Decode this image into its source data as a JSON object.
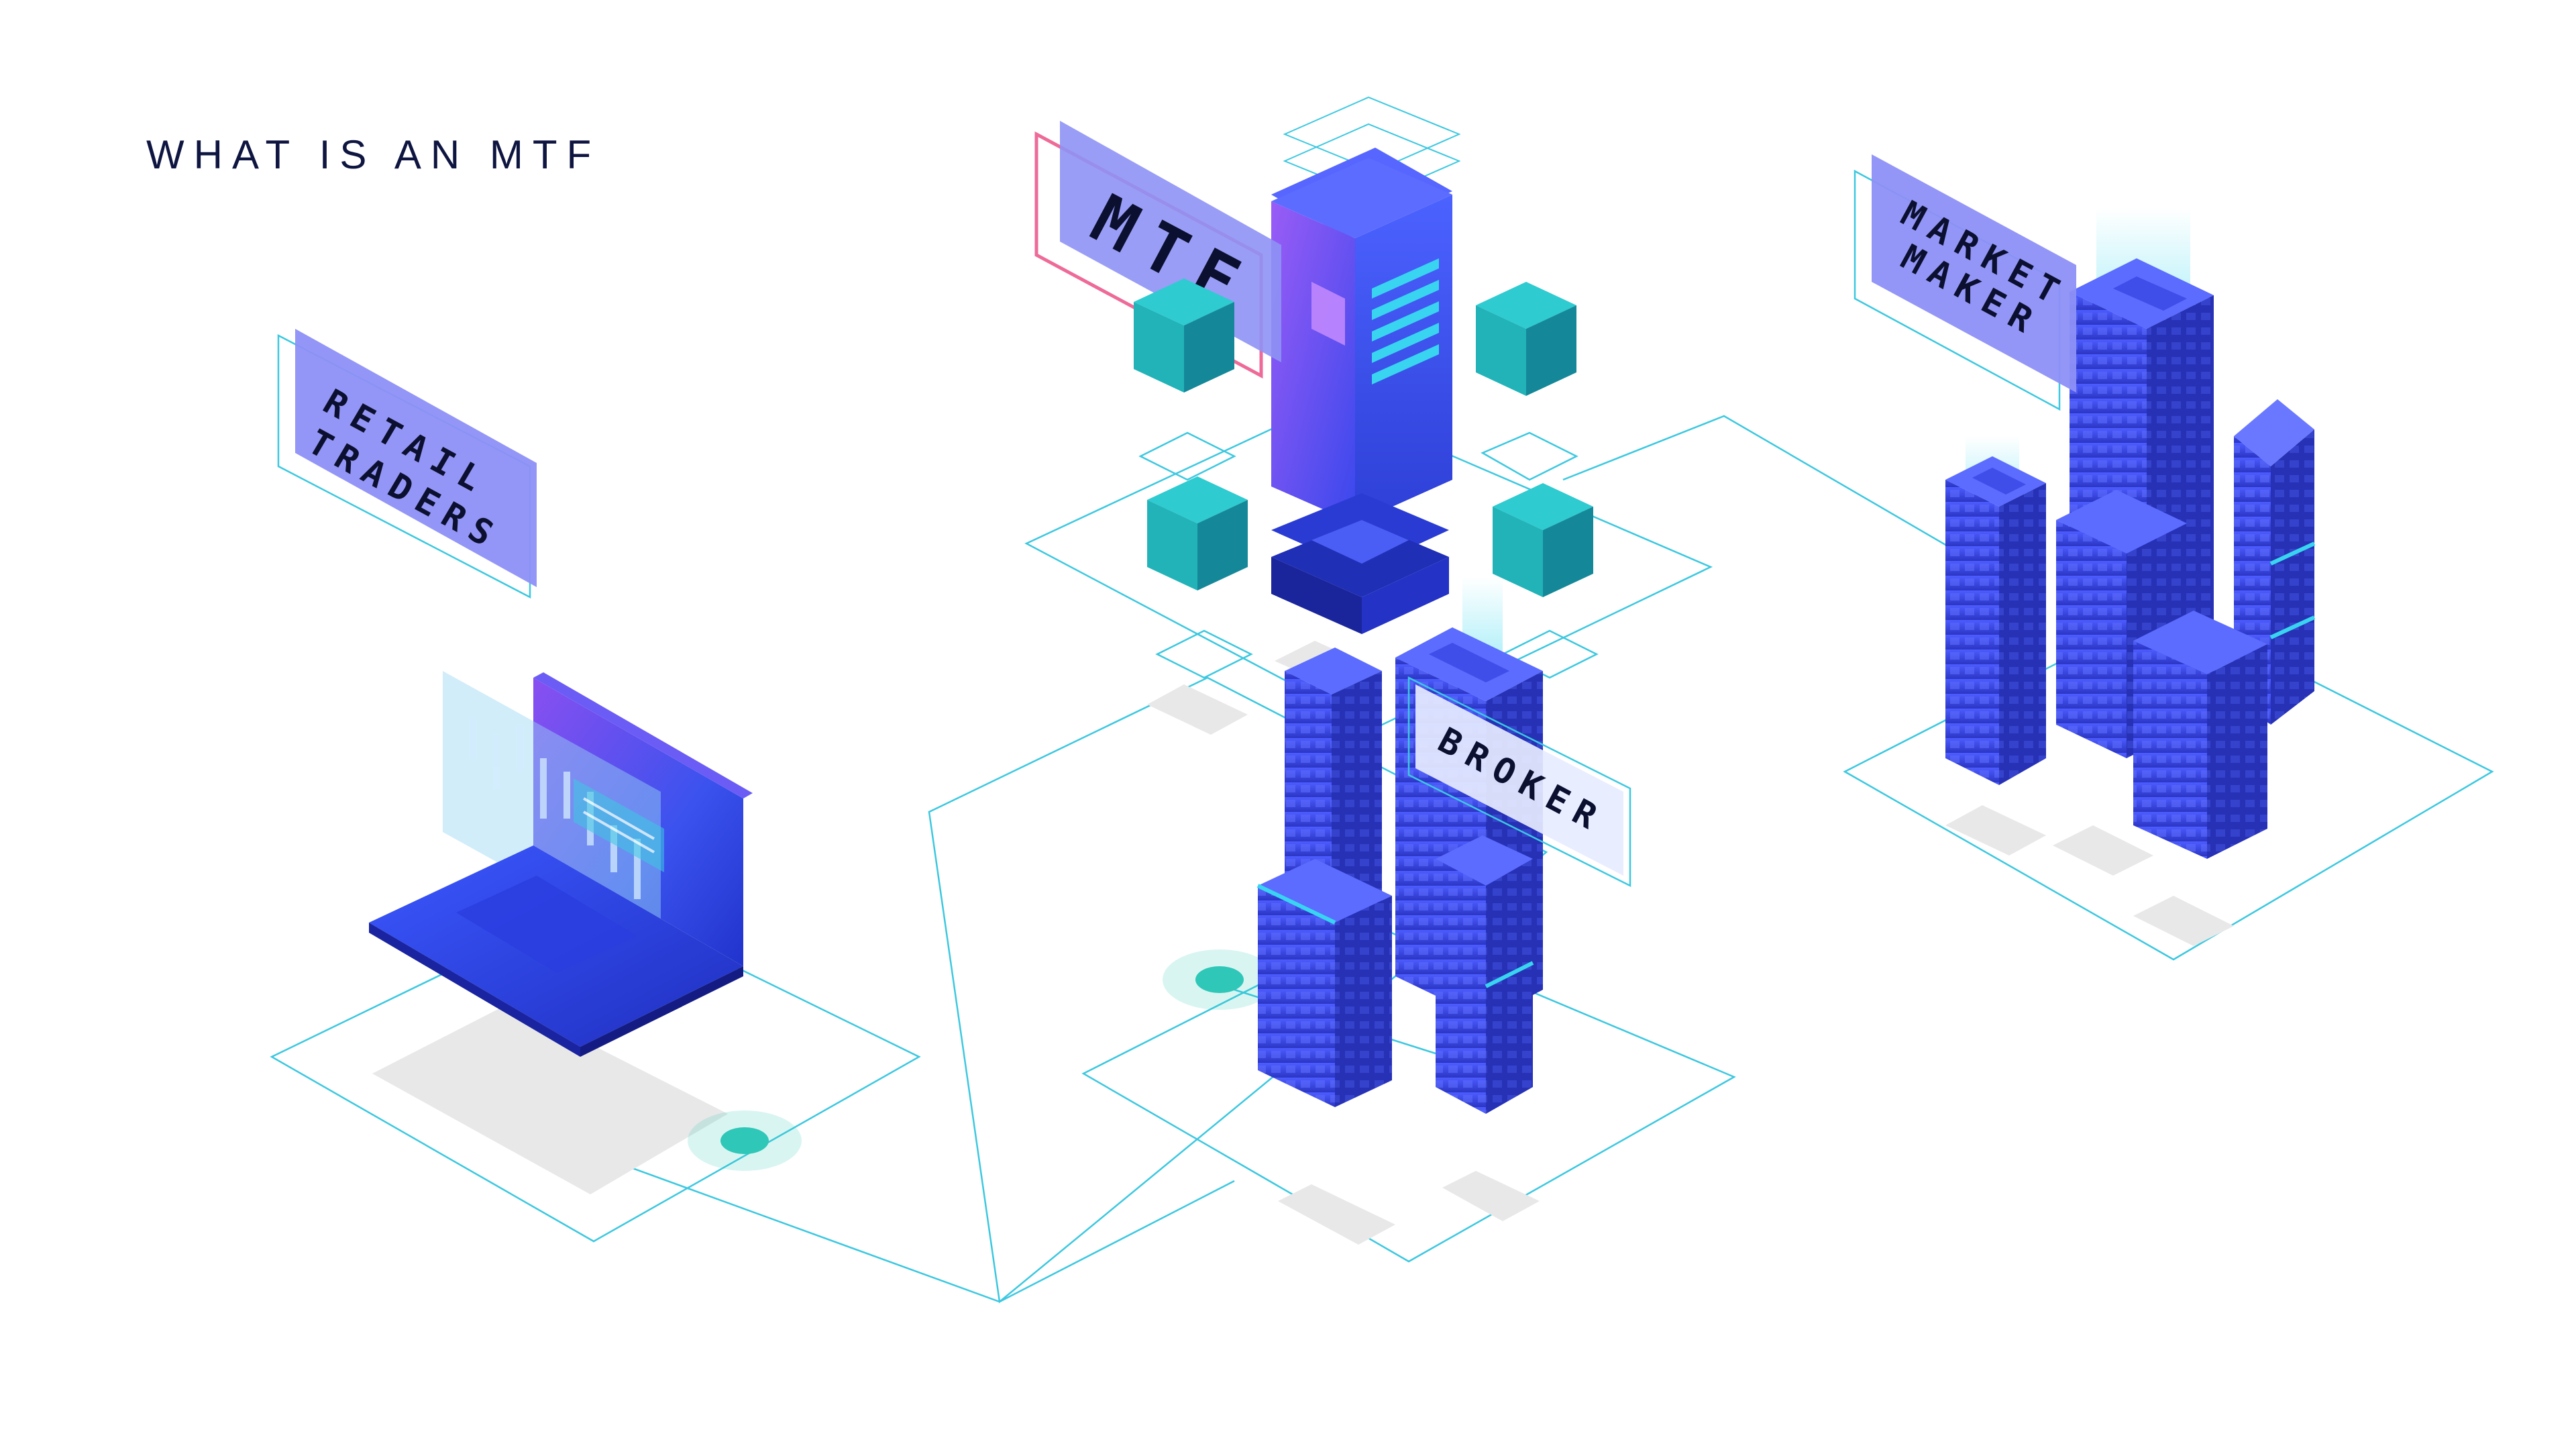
{
  "page": {
    "title": "WHAT IS AN MTF"
  },
  "labels": {
    "mtf": "MTF",
    "retail_line1": "RETAIL",
    "retail_line2": "TRADERS",
    "broker": "BROKER",
    "market_line1": "MARKET",
    "market_line2": "MAKER"
  },
  "colors": {
    "line": "#3cc8e0",
    "teal": "#1fb5b9",
    "teal_dark": "#127e8e",
    "building_front": "#3c4bf2",
    "building_side": "#2430b8",
    "building_top": "#5b6cff",
    "panel": "#8e92f5",
    "accent_pink": "#ee6a98",
    "dot": "#2ec7b8",
    "shadow": "#e6e6e6",
    "text": "#0e1540"
  }
}
